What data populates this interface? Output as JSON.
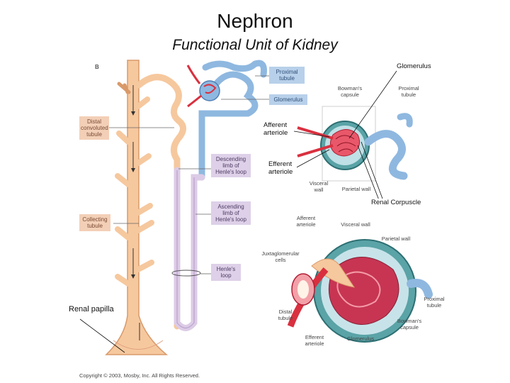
{
  "title": "Nephron",
  "subtitle": "Functional Unit of Kidney",
  "panel_letter": "B",
  "left_labels": {
    "distal": "Distal convoluted tubule",
    "collecting": "Collecting tubule",
    "proximal": "Proximal tubule",
    "glomerulus": "Glomerulus",
    "descending": "Descending limb of Henle's loop",
    "ascending": "Ascending limb of Henle's loop",
    "henles_loop": "Henle's loop"
  },
  "callouts": {
    "glomerulus": "Glomerulus",
    "afferent": "Afferent arteriole",
    "efferent": "Efferent arteriole",
    "renal_corpuscle": "Renal Corpuscle",
    "renal_papilla": "Renal papilla"
  },
  "upper_right_labels": {
    "bowmans": "Bowman's capsule",
    "proximal": "Proximal tubule",
    "visceral": "Visceral wall",
    "parietal": "Parietal wall"
  },
  "lower_right_labels": {
    "afferent": "Afferent arteriole",
    "visceral": "Visceral wall",
    "parietal": "Parietal wall",
    "juxta": "Juxtaglomerular cells",
    "distal": "Distal tubule",
    "efferent": "Efferent arteriole",
    "glomerulus": "Glomerulus",
    "bowmans": "Bowman's capsule",
    "proximal": "Proximal tubule"
  },
  "copyright": "Copyright © 2003, Mosby, Inc. All Rights Reserved.",
  "colors": {
    "tubule_orange": "#f6c89e",
    "tubule_edge": "#d99a6a",
    "tubule_blue": "#8fb8e0",
    "loop_lilac": "#dccbe6",
    "capsule_teal": "#5aa3a6",
    "vessel_red": "#d9303f",
    "tag_orange": "#f3cfb7",
    "tag_blue": "#b8d0ea",
    "tag_lilac": "#ddd0e8"
  }
}
